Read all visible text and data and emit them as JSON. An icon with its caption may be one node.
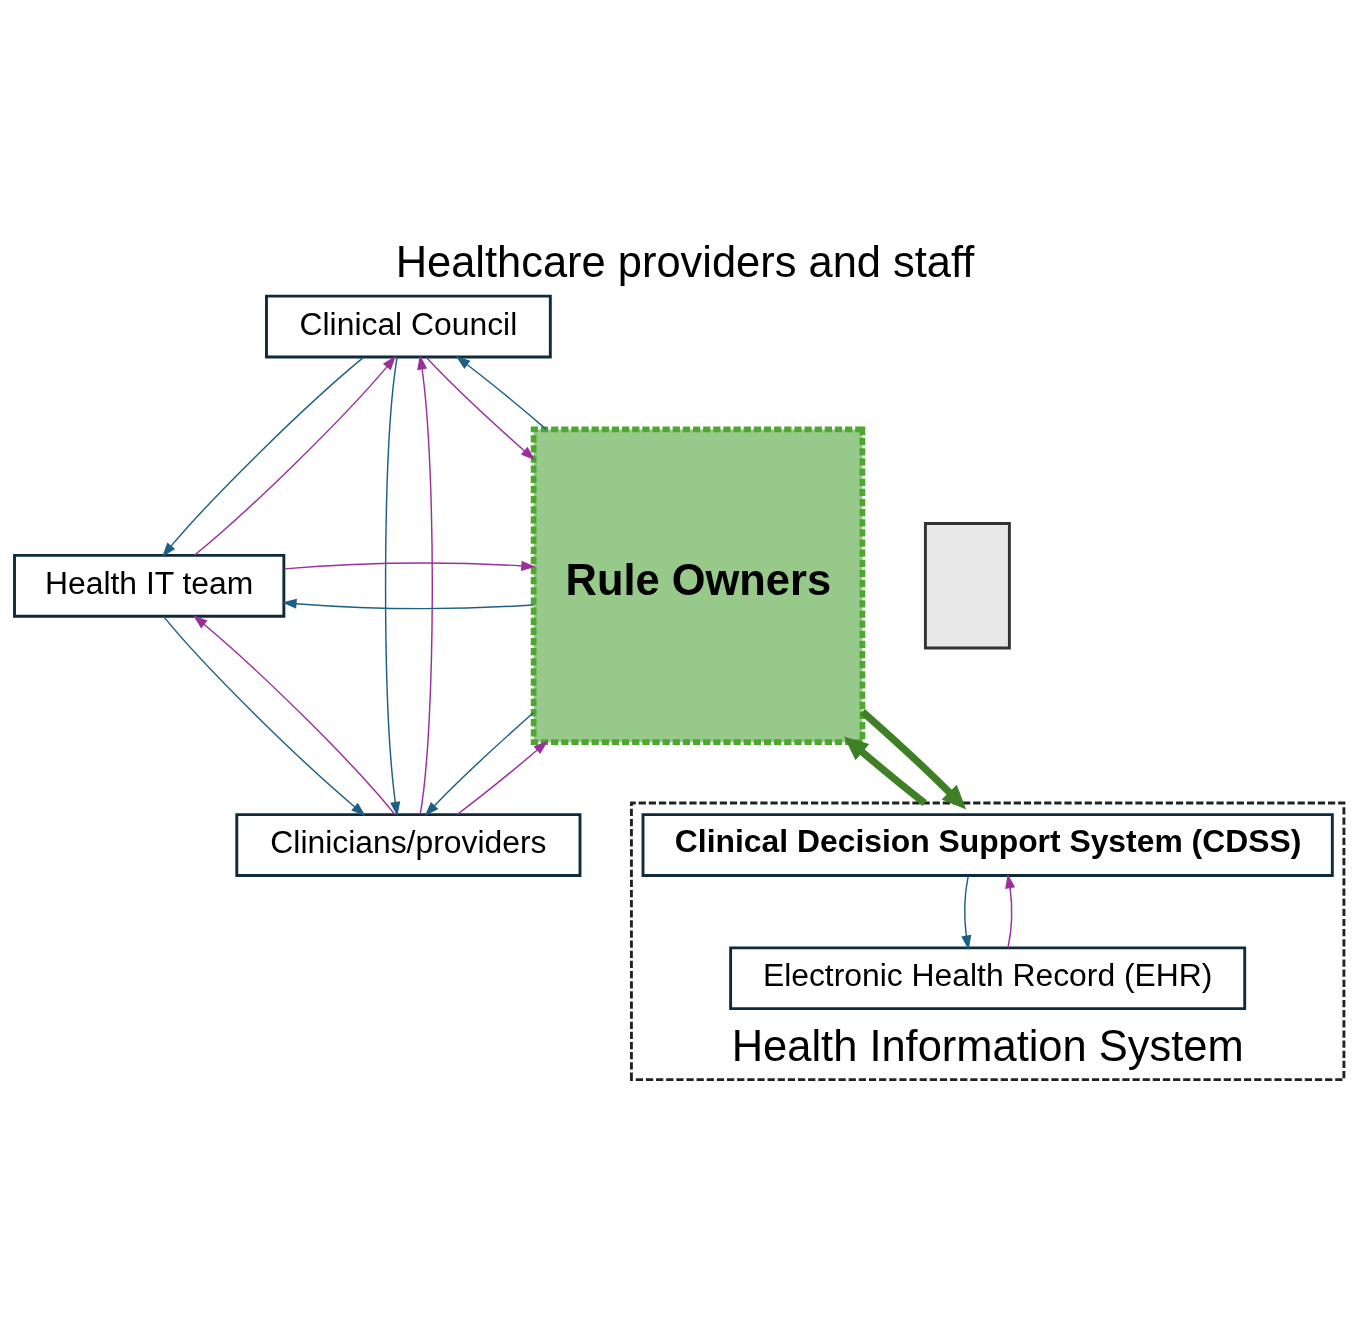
{
  "diagram": {
    "title": "Healthcare providers and staff",
    "nodes": [
      {
        "text": [
          "Clinical Council"
        ]
      },
      {
        "text": [
          "Health IT team"
        ]
      },
      {
        "text": [
          "Clinicians/providers"
        ]
      },
      {
        "text": [
          "Rule Owners"
        ]
      },
      {
        "text": [
          "Health Information System"
        ]
      },
      {
        "text": [
          "Clinical Decision Support System (CDSS)"
        ],
        "in": 4
      },
      {
        "text": [
          "Electronic Health Record (EHR)"
        ],
        "in": 4
      },
      {
        "text": [],
        "shape": "box"
      }
    ],
    "edges": [
      {
        "from": 3,
        "to": 0,
        "arrow": "to",
        "color": "#1f5f86"
      },
      {
        "from": 0,
        "to": 3,
        "arrow": "to",
        "color": "#9b2f9b"
      },
      {
        "from": 3,
        "to": 1,
        "arrow": "to",
        "color": "#1f5f86"
      },
      {
        "from": 1,
        "to": 3,
        "arrow": "to",
        "color": "#9b2f9b"
      },
      {
        "from": 3,
        "to": 2,
        "arrow": "to",
        "color": "#1f5f86"
      },
      {
        "from": 2,
        "to": 3,
        "arrow": "to",
        "color": "#9b2f9b"
      },
      {
        "from": 0,
        "to": 2,
        "arrow": "to",
        "color": "#1f5f86"
      },
      {
        "from": 2,
        "to": 0,
        "arrow": "to",
        "color": "#9b2f9b"
      },
      {
        "from": 0,
        "to": 1,
        "arrow": "to",
        "color": "#1f5f86"
      },
      {
        "from": 1,
        "to": 0,
        "arrow": "to",
        "color": "#9b2f9b"
      },
      {
        "from": 1,
        "to": 2,
        "arrow": "to",
        "color": "#1f5f86"
      },
      {
        "from": 2,
        "to": 1,
        "arrow": "to",
        "color": "#9b2f9b"
      },
      {
        "from": 3,
        "to": 4,
        "arrow": "to",
        "style": "thick",
        "color": "#3f7f25"
      },
      {
        "from": 4,
        "to": 3,
        "arrow": "to",
        "style": "thick",
        "color": "#3f7f25"
      },
      {
        "from": 5,
        "to": 6,
        "arrow": "to",
        "color": "#1f5f86"
      },
      {
        "from": 6,
        "to": 5,
        "arrow": "to",
        "color": "#9b2f9b"
      }
    ]
  }
}
